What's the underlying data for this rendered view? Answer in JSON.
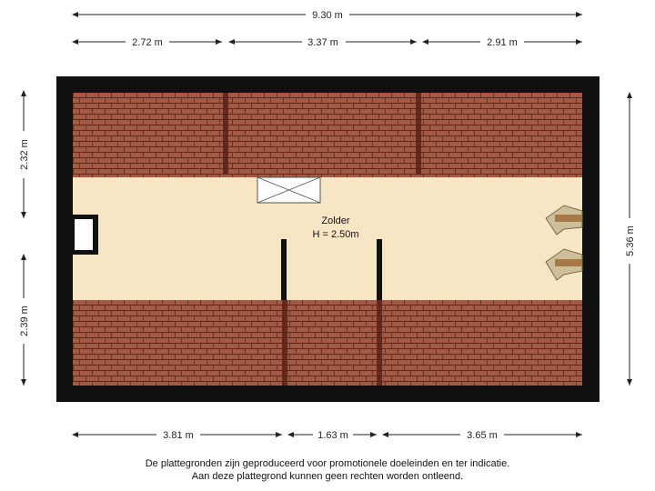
{
  "dimensions": {
    "top_total": "9.30 m",
    "top_1": "2.72 m",
    "top_2": "3.37 m",
    "top_3": "2.91 m",
    "bottom_1": "3.81 m",
    "bottom_2": "1.63 m",
    "bottom_3": "3.65 m",
    "left_top": "2.32 m",
    "left_bottom": "2.39 m",
    "right_total": "5.36 m"
  },
  "room": {
    "name": "Zolder",
    "height": "H = 2.50m"
  },
  "disclaimer": {
    "line1": "De plattegronden zijn geproduceerd voor promotionele doeleinden en ter indicatie.",
    "line2": "Aan deze plattegrond kunnen geen rechten worden ontleend."
  },
  "colors": {
    "wall": "#111111",
    "roof_tile": "#a25a45",
    "tile_line": "#5a2a1c",
    "floor": "#f6e6c4",
    "dim_line": "#222222"
  }
}
